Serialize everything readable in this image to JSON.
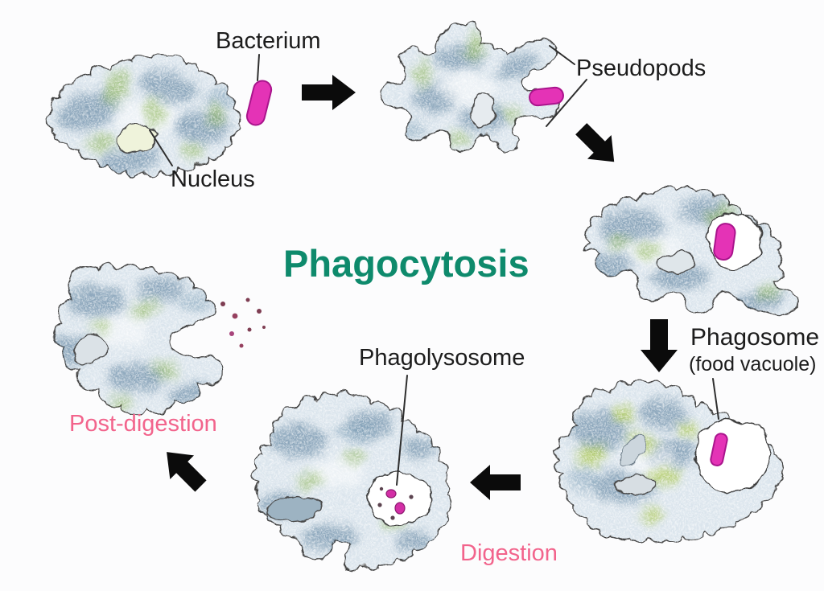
{
  "title": {
    "text": "Phagocytosis"
  },
  "labels": {
    "bacterium": "Bacterium",
    "nucleus": "Nucleus",
    "pseudopods": "Pseudopods",
    "phagosome": "Phagosome",
    "phagosome_sub": "(food vacuole)",
    "phagolysosome": "Phagolysosome",
    "digestion": "Digestion",
    "post_digestion": "Post-digestion"
  },
  "arrows": [
    {
      "icon": "arrow-right-icon",
      "direction": "right"
    },
    {
      "icon": "arrow-down-right-icon",
      "direction": "down-right"
    },
    {
      "icon": "arrow-down-icon",
      "direction": "down"
    },
    {
      "icon": "arrow-left-icon",
      "direction": "left"
    },
    {
      "icon": "arrow-up-left-icon",
      "direction": "up-left"
    }
  ],
  "colors": {
    "title_teal": "#0e8a6c",
    "stage_label_pink": "#f2648c",
    "label_black": "#1c1c1c",
    "bacterium_magenta": "#e433b6",
    "cell_fill": "#dbe5ed",
    "cell_outline": "#3d3d3d",
    "background": "#fcfcfd"
  }
}
